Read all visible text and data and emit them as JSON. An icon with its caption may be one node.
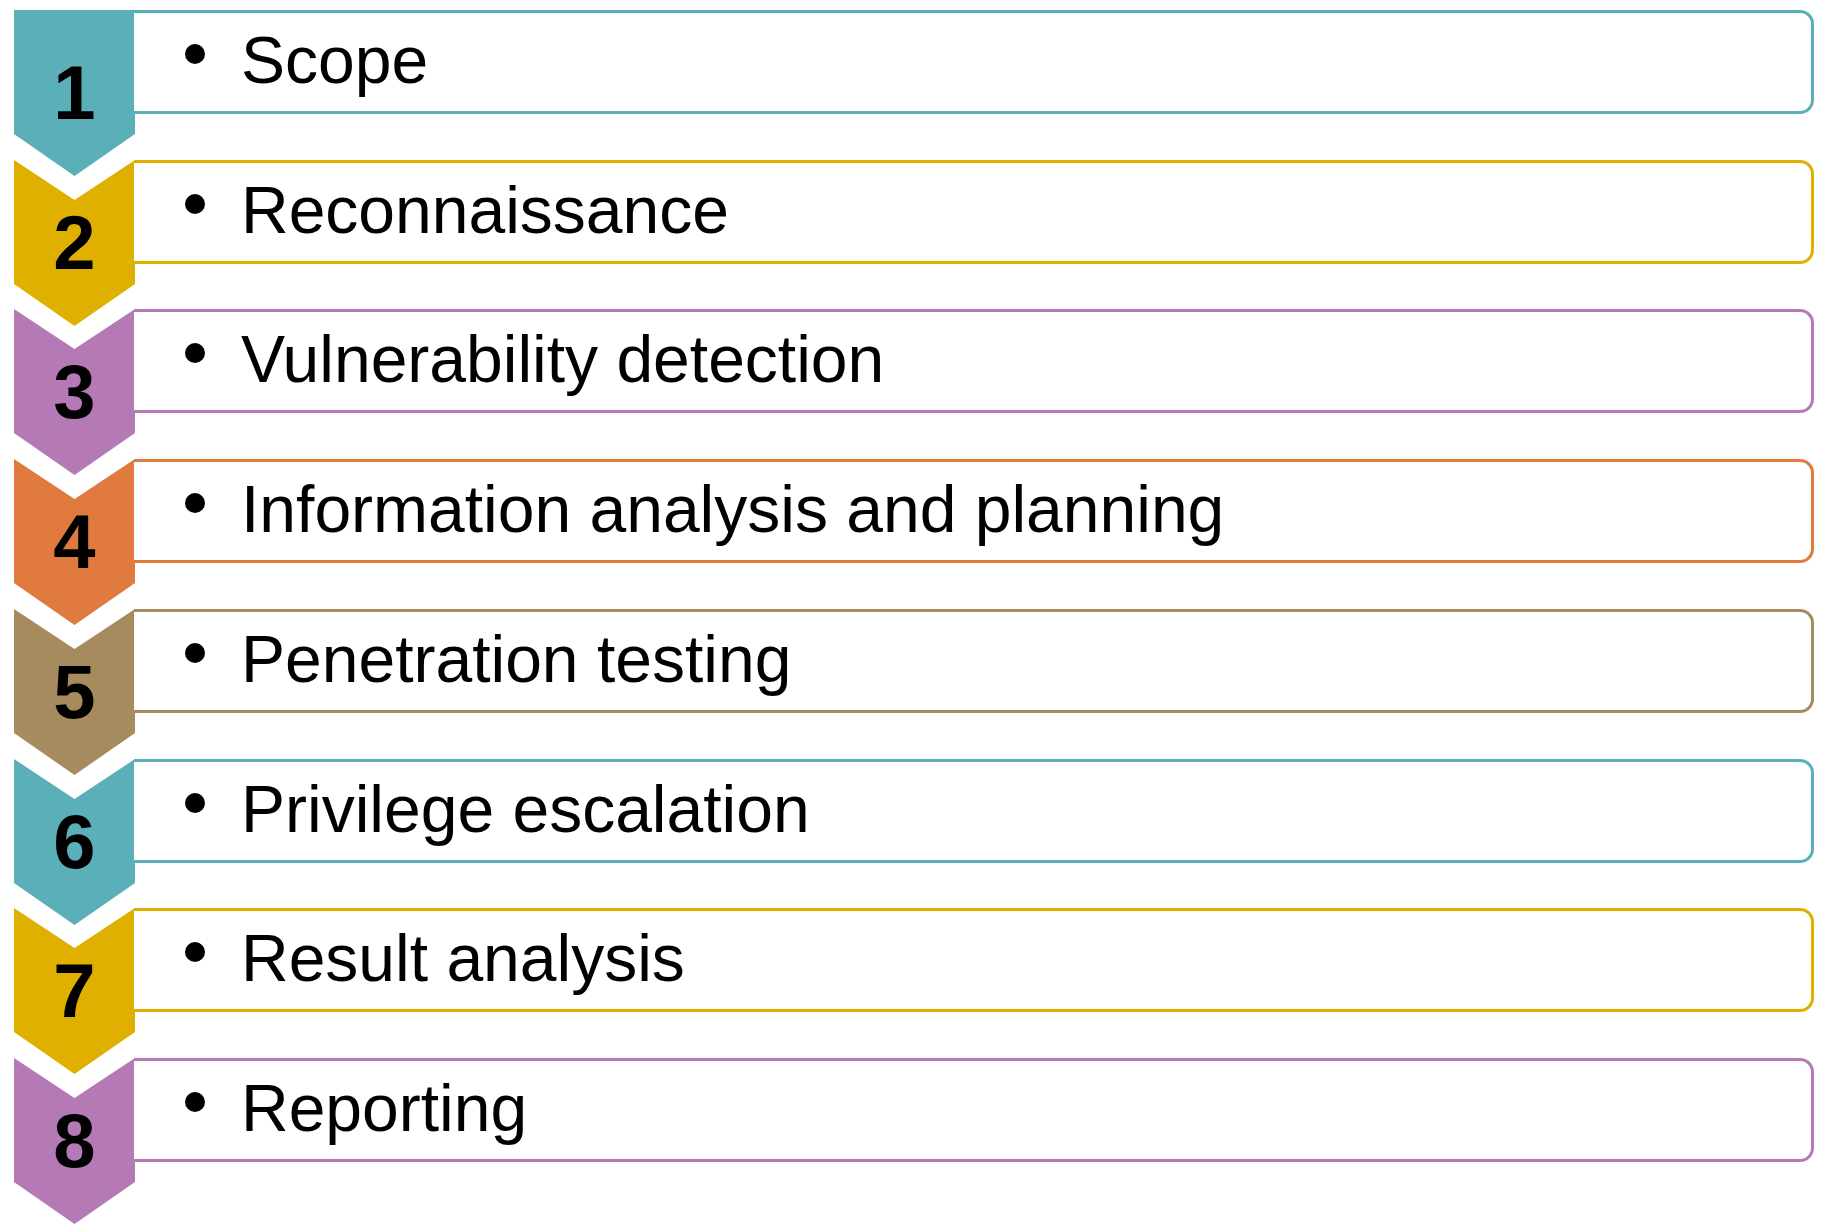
{
  "diagram": {
    "nodes": [
      {
        "text": [
          "1"
        ]
      },
      {
        "text": [
          "Scope"
        ]
      },
      {
        "text": [
          "2"
        ]
      },
      {
        "text": [
          "Reconnaissance"
        ]
      },
      {
        "text": [
          "3"
        ]
      },
      {
        "text": [
          "Vulnerability detection"
        ]
      },
      {
        "text": [
          "4"
        ]
      },
      {
        "text": [
          "Information analysis and planning"
        ]
      },
      {
        "text": [
          "5"
        ]
      },
      {
        "text": [
          "Penetration testing"
        ]
      },
      {
        "text": [
          "6"
        ]
      },
      {
        "text": [
          "Privilege escalation"
        ]
      },
      {
        "text": [
          "7"
        ]
      },
      {
        "text": [
          "Result analysis"
        ]
      },
      {
        "text": [
          "8"
        ]
      },
      {
        "text": [
          "Reporting"
        ]
      }
    ]
  }
}
